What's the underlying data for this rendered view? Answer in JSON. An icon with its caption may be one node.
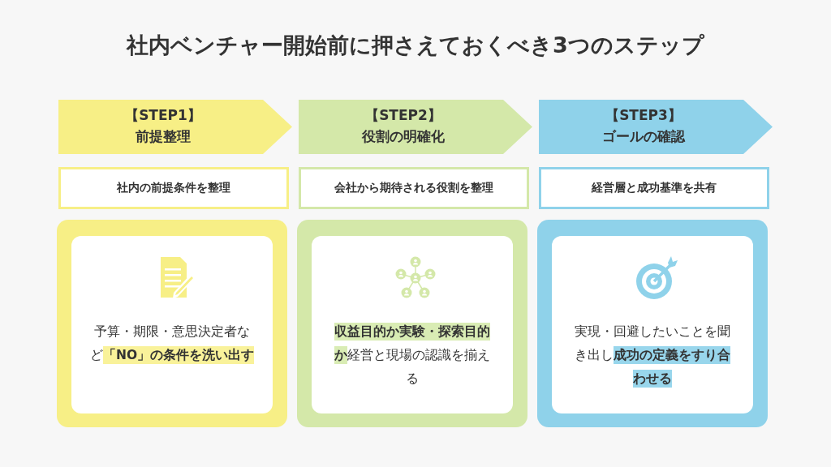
{
  "diagram": {
    "title": "社内ベンチャー開始前に押さえておくべき3つのステップ",
    "nodes": [
      {
        "text": [
          "【STEP1】",
          "前提整理"
        ]
      },
      {
        "text": [
          "社内の前提条件を整理"
        ]
      },
      {
        "text": [],
        "shape": "box"
      },
      {
        "text": [
          "予算・期限・意思決定者など**「NO」の条件を洗い出す**"
        ],
        "in": 2
      },
      {
        "text": [
          "【STEP2】",
          "役割の明確化"
        ]
      },
      {
        "text": [
          "会社から期待される役割を整理"
        ]
      },
      {
        "text": [],
        "shape": "box"
      },
      {
        "text": [
          "**収益目的か実験・探索目的か**経営と現場の認識を揃える"
        ],
        "in": 6
      },
      {
        "text": [
          "【STEP3】",
          "ゴールの確認"
        ]
      },
      {
        "text": [
          "経営層と成功基準を共有"
        ]
      },
      {
        "text": [],
        "shape": "box"
      },
      {
        "text": [
          "実現・回避したいことを聞き出し**成功の定義をすり合わせる**"
        ],
        "in": 10
      }
    ]
  }
}
